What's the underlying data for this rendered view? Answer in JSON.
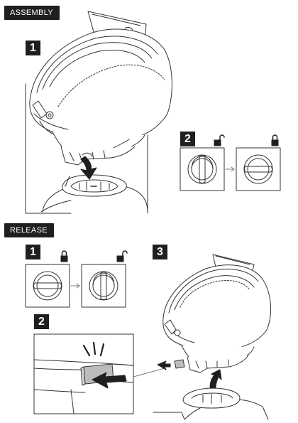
{
  "sections": {
    "assembly": {
      "label": "ASSEMBLY",
      "steps": [
        "1",
        "2"
      ]
    },
    "release": {
      "label": "RELEASE",
      "steps": [
        "1",
        "2",
        "3"
      ]
    }
  },
  "icons": {
    "locked": "padlock-closed-icon",
    "unlocked": "padlock-open-icon",
    "transition": "arrow-right-icon"
  },
  "colors": {
    "ink": "#1f1f1f",
    "line": "#333333",
    "fill": "#ffffff",
    "latch": "#bcbcbc"
  }
}
